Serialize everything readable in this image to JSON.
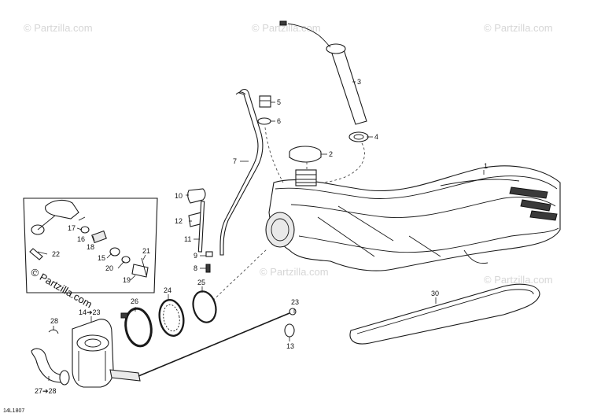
{
  "diagram": {
    "reference_code": "14L1807",
    "watermark_text": "© Partzilla.com",
    "callouts": {
      "p1": "1",
      "p2": "2",
      "p3": "3",
      "p4": "4",
      "p5": "5",
      "p6": "6",
      "p7": "7",
      "p8": "8",
      "p9": "9",
      "p10": "10",
      "p11": "11",
      "p12": "12",
      "p13": "13",
      "p15": "15",
      "p16": "16",
      "p17": "17",
      "p18": "18",
      "p19": "19",
      "p20": "20",
      "p21": "21",
      "p22": "22",
      "p23": "23",
      "p24": "24",
      "p25": "25",
      "p26": "26",
      "p28": "28",
      "p30": "30",
      "p14to23": "14➔23",
      "p27to28": "27➔28"
    }
  }
}
